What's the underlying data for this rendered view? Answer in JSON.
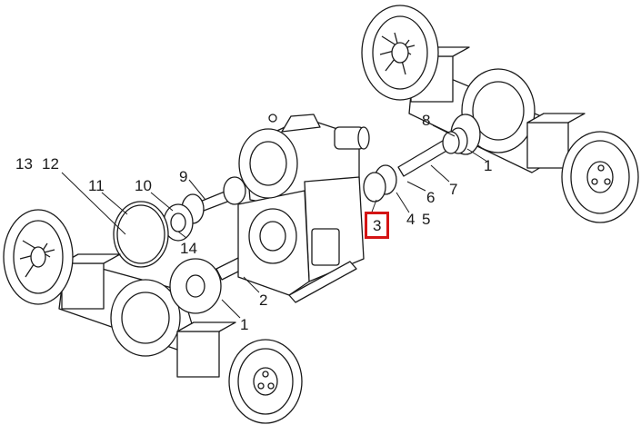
{
  "diagram": {
    "callouts": [
      {
        "id": "c13",
        "text": "13"
      },
      {
        "id": "c12",
        "text": "12"
      },
      {
        "id": "c11",
        "text": "11"
      },
      {
        "id": "c10",
        "text": "10"
      },
      {
        "id": "c9",
        "text": "9"
      },
      {
        "id": "c14",
        "text": "14"
      },
      {
        "id": "c2",
        "text": "2"
      },
      {
        "id": "c1a",
        "text": "1"
      },
      {
        "id": "c8",
        "text": "8"
      },
      {
        "id": "c1b",
        "text": "1"
      },
      {
        "id": "c7",
        "text": "7"
      },
      {
        "id": "c6",
        "text": "6"
      },
      {
        "id": "c4",
        "text": "4"
      },
      {
        "id": "c5",
        "text": "5"
      },
      {
        "id": "c3",
        "text": "3"
      }
    ],
    "highlighted_callout": "3",
    "highlight_color": "#d41414",
    "line_color": "#1a1a1a"
  }
}
